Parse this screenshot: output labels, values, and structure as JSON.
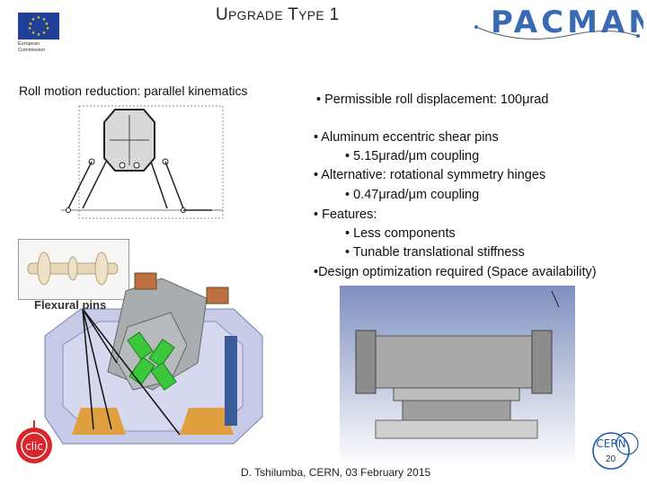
{
  "header": {
    "eu_text": "European\nCommission",
    "title_caps_1": "U",
    "title_small_1": "PGRADE",
    "title_caps_2": " T",
    "title_small_2": "YPE",
    "title_rest": " 1",
    "logo_text": "PACMAN"
  },
  "left": {
    "caption": "Roll motion reduction: parallel kinematics",
    "flexural_label": "Flexural pins"
  },
  "bullets": [
    {
      "level": 1,
      "text": "•  Permissible roll displacement: 100μrad"
    },
    {
      "level": 1,
      "text": "•  Aluminum eccentric shear pins"
    },
    {
      "level": 2,
      "text": "•  5.15μrad/μm coupling"
    },
    {
      "level": 1,
      "text": "• Alternative: rotational symmetry hinges"
    },
    {
      "level": 2,
      "text": "•  0.47μrad/μm coupling"
    },
    {
      "level": 1,
      "text": "• Features:"
    },
    {
      "level": 2,
      "text": "•  Less components"
    },
    {
      "level": 2,
      "text": "•  Tunable translational stiffness"
    },
    {
      "level": 1,
      "text": "•Design optimization required (Space availability)"
    }
  ],
  "footer": {
    "author": "D. Tshilumba, CERN,  03 February 2015",
    "page_number": "20",
    "cern_logo_text": "CERN",
    "clic_logo_text": "clic"
  },
  "colors": {
    "eu_blue": "#1f3f99",
    "pacman_blue": "#3a6ab4",
    "pacman_dark": "#444444",
    "clic_red": "#d8262b",
    "cern_blue": "#1f5aa6"
  }
}
